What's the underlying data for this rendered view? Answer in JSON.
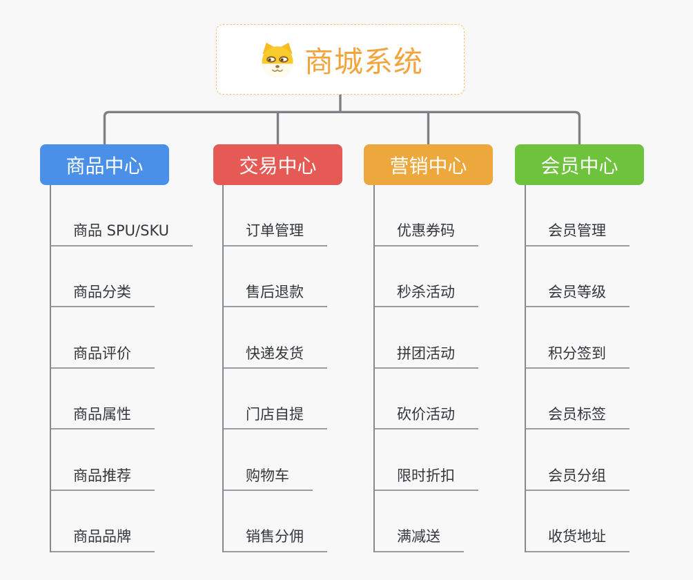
{
  "root": {
    "title": "商城系统",
    "icon": "dog-face-icon"
  },
  "branches": [
    {
      "label": "商品中心",
      "color": "#4a90e8",
      "children": [
        "商品 SPU/SKU",
        "商品分类",
        "商品评价",
        "商品属性",
        "商品推荐",
        "商品品牌"
      ]
    },
    {
      "label": "交易中心",
      "color": "#e55a55",
      "children": [
        "订单管理",
        "售后退款",
        "快递发货",
        "门店自提",
        "购物车",
        "销售分佣"
      ]
    },
    {
      "label": "营销中心",
      "color": "#eca83d",
      "children": [
        "优惠券码",
        "秒杀活动",
        "拼团活动",
        "砍价活动",
        "限时折扣",
        "满减送"
      ]
    },
    {
      "label": "会员中心",
      "color": "#6fc23c",
      "children": [
        "会员管理",
        "会员等级",
        "积分签到",
        "会员标签",
        "会员分组",
        "收货地址"
      ]
    }
  ],
  "colors": {
    "background": "#f8f8f8",
    "connector": "#7d8085",
    "root_border": "#f3c576",
    "root_title": "#f2a43e",
    "item_text": "#33373c",
    "item_line": "#979ca1"
  }
}
